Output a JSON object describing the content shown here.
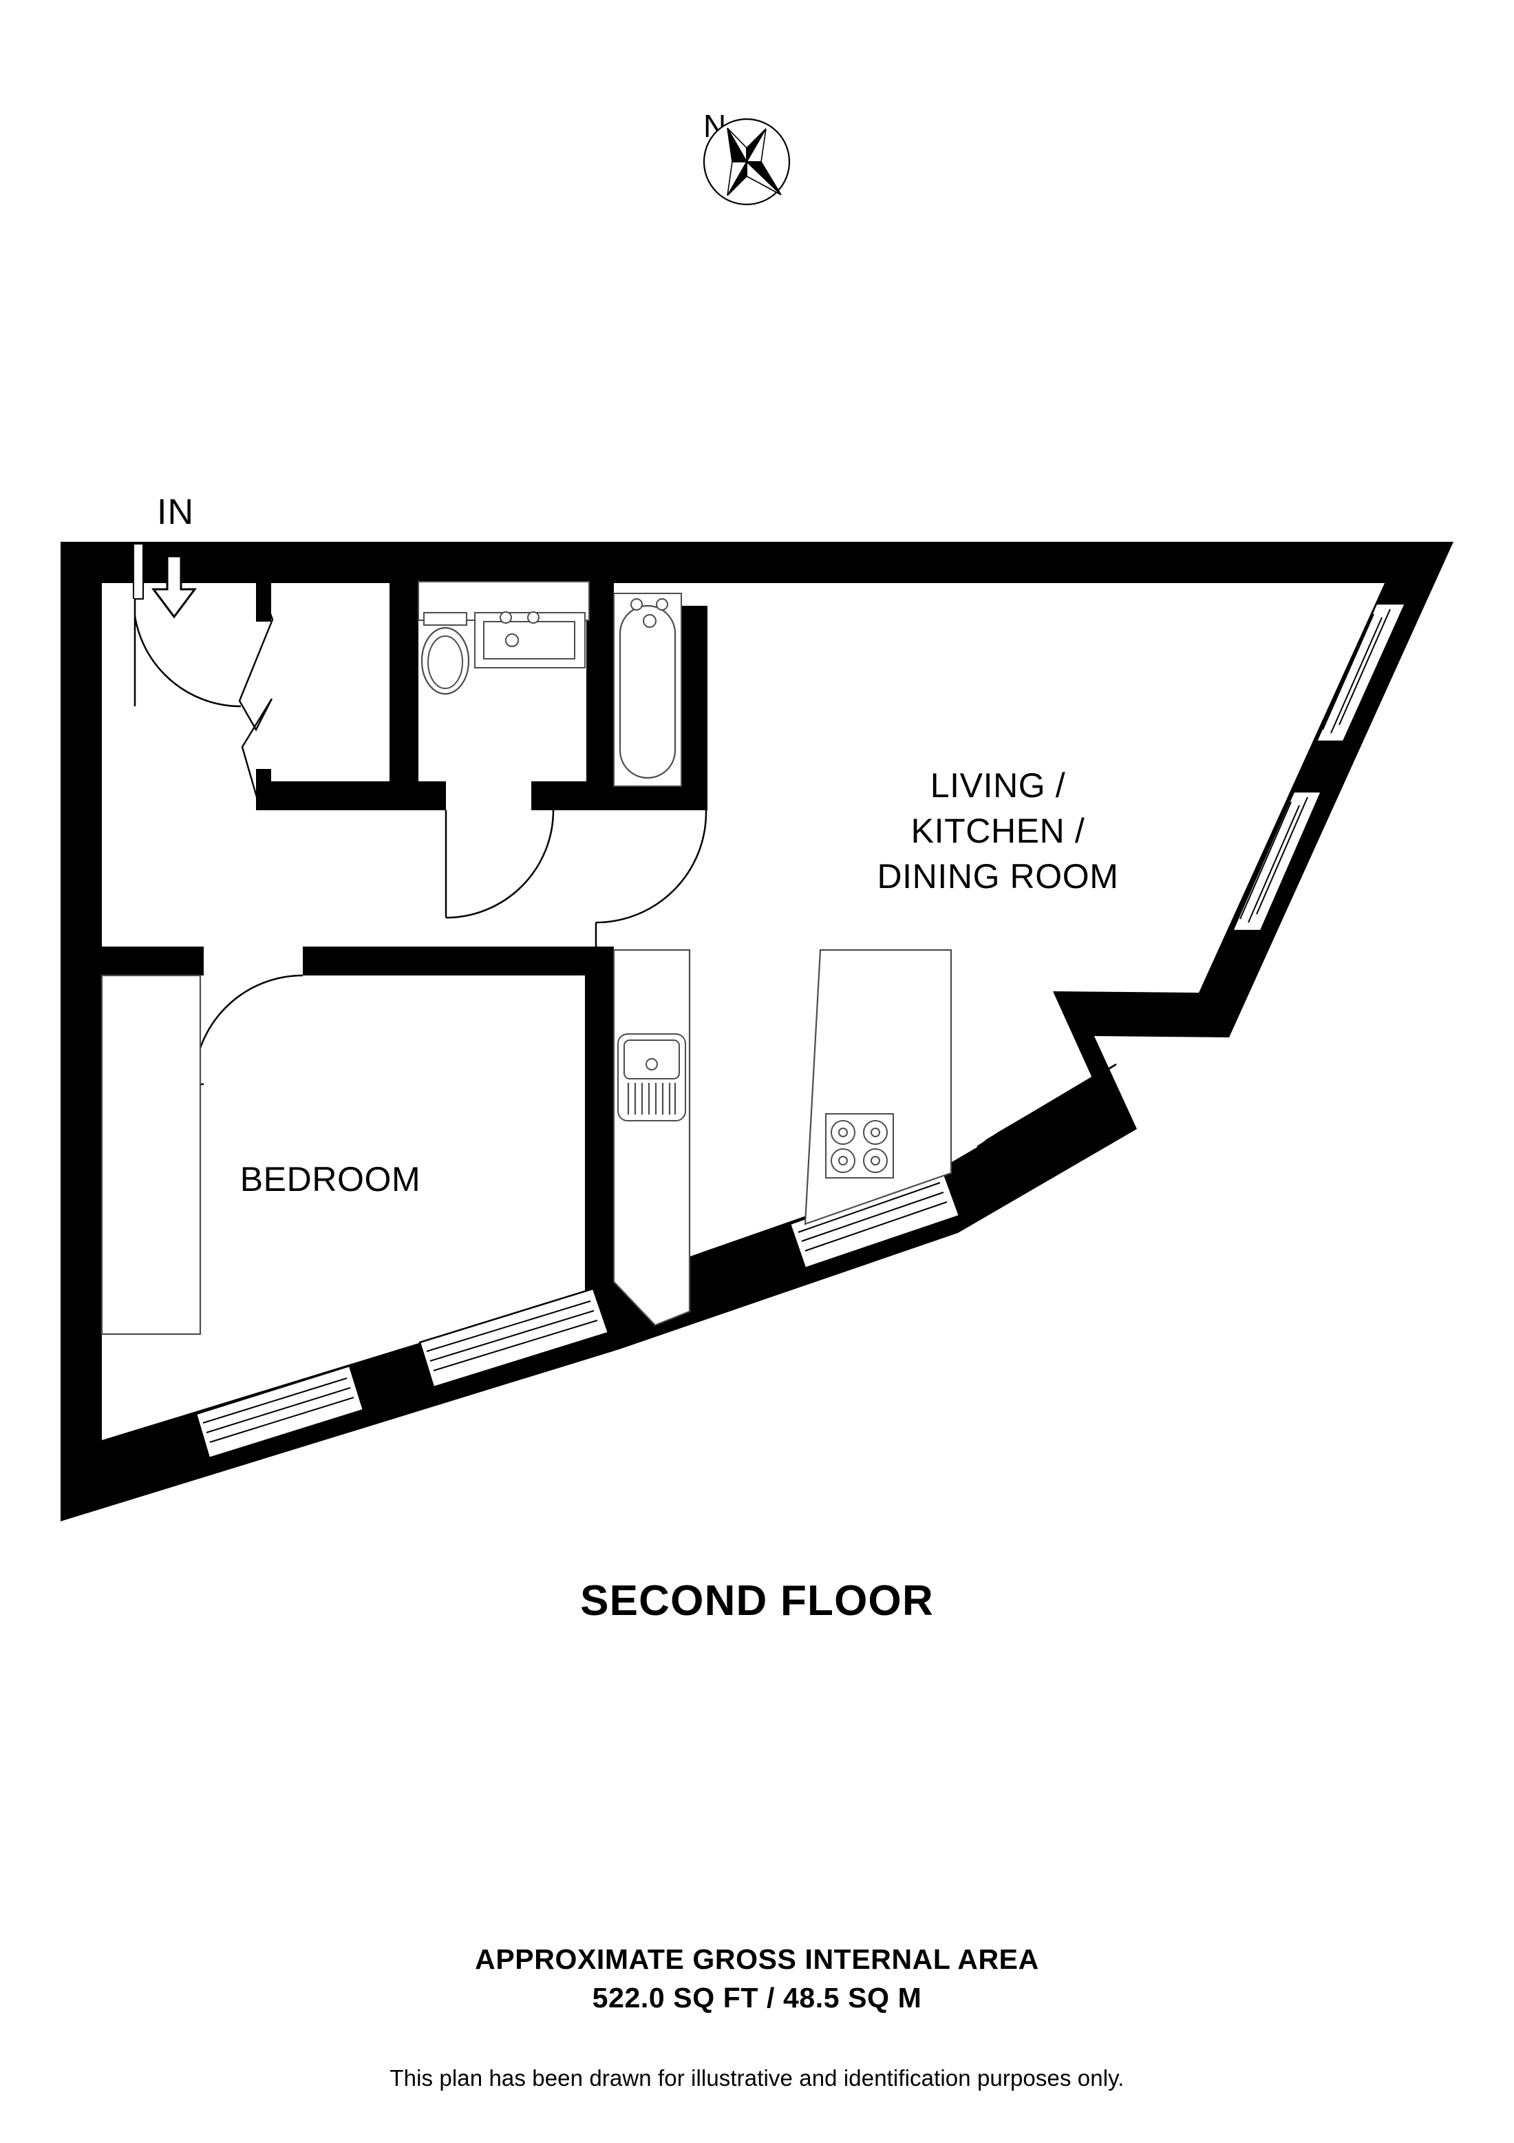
{
  "document": {
    "type": "floor-plan",
    "floor_title": "SECOND FLOOR"
  },
  "compass": {
    "north_label": "N",
    "icon": "compass-rose-icon"
  },
  "entrance": {
    "label": "IN",
    "icon": "down-arrow-icon"
  },
  "rooms": [
    {
      "id": "living-kitchen-dining",
      "label": "LIVING /\nKITCHEN /\nDINING ROOM",
      "fixtures": [
        "kitchen-sink-with-drainer",
        "four-burner-hob",
        "worktop-run-left",
        "worktop-run-right"
      ]
    },
    {
      "id": "bedroom",
      "label": "BEDROOM",
      "fixtures": [
        "wardrobe"
      ]
    },
    {
      "id": "bathroom",
      "label": "",
      "fixtures": [
        "toilet",
        "wash-basin-vanity",
        "bathtub"
      ]
    },
    {
      "id": "storage-cupboard",
      "label": "",
      "fixtures": []
    }
  ],
  "doors": [
    {
      "id": "entrance-door",
      "type": "single-swing"
    },
    {
      "id": "cupboard-door",
      "type": "bifold"
    },
    {
      "id": "bathroom-door",
      "type": "single-swing"
    },
    {
      "id": "hall-door",
      "type": "single-swing"
    },
    {
      "id": "bedroom-door",
      "type": "single-swing"
    }
  ],
  "windows": [
    {
      "id": "window-ne-upper",
      "wall": "north-east-diagonal"
    },
    {
      "id": "window-ne-lower",
      "wall": "north-east-diagonal"
    },
    {
      "id": "window-east-lower",
      "wall": "east-diagonal"
    },
    {
      "id": "window-south-right",
      "wall": "south-diagonal"
    },
    {
      "id": "window-south-mid",
      "wall": "south-diagonal"
    },
    {
      "id": "window-south-left",
      "wall": "south-diagonal"
    }
  ],
  "area": {
    "heading": "APPROXIMATE GROSS INTERNAL AREA",
    "value": "522.0 SQ FT / 48.5 SQ M",
    "sq_ft": "522.0",
    "sq_m": "48.5"
  },
  "disclaimer": "This plan has been drawn for illustrative and identification purposes only.",
  "colors": {
    "wall": "#000000",
    "background": "#ffffff",
    "fixture_line": "#4d4d4d",
    "text": "#000000"
  }
}
